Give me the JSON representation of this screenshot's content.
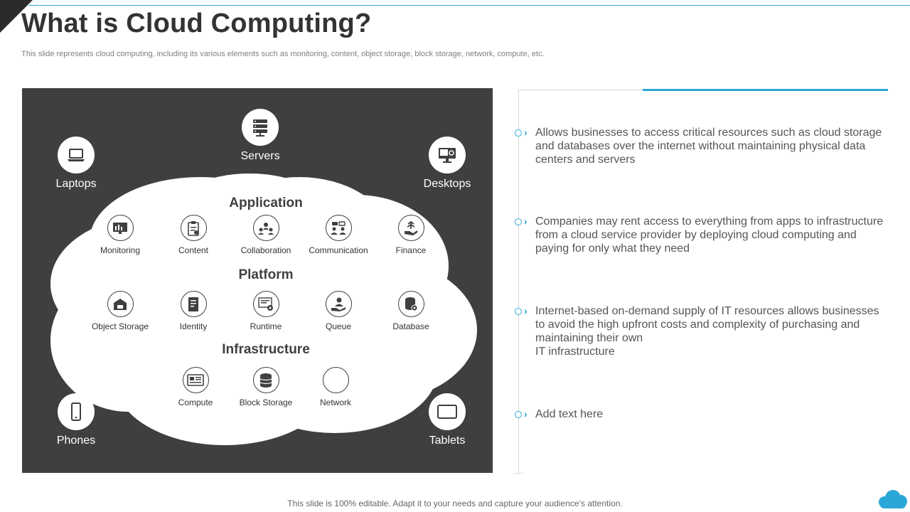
{
  "header": {
    "title": "What is Cloud Computing?",
    "subtitle": "This slide represents cloud computing, including its various elements such as monitoring, content, object storage, block storage, network, compute, etc."
  },
  "diagram": {
    "devices": {
      "servers": "Servers",
      "laptops": "Laptops",
      "desktops": "Desktops",
      "phones": "Phones",
      "tablets": "Tablets"
    },
    "sections": {
      "application": {
        "title": "Application",
        "items": [
          "Monitoring",
          "Content",
          "Collaboration",
          "Communication",
          "Finance"
        ]
      },
      "platform": {
        "title": "Platform",
        "items": [
          "Object Storage",
          "Identity",
          "Runtime",
          "Queue",
          "Database"
        ]
      },
      "infrastructure": {
        "title": "Infrastructure",
        "items": [
          "Compute",
          "Block Storage",
          "Network"
        ]
      }
    }
  },
  "bullets": [
    "Allows businesses to access critical resources such as cloud storage and databases over the internet without maintaining physical data centers and servers",
    "Companies may rent access to everything  from apps to infrastructure from a cloud service provider by deploying cloud computing and paying for only what they need",
    "Internet-based  on-demand supply  of IT resources allows businesses to avoid the high upfront  costs and complexity  of purchasing and maintaining their own\nIT  infrastructure",
    "Add text here"
  ],
  "footer": {
    "note": "This slide is 100% editable. Adapt it to your needs and capture your audience’s attention."
  },
  "colors": {
    "accent": "#2aa7d6",
    "panel": "#3f3f3f",
    "text": "#404040"
  },
  "icons": {
    "servers": "server-rack-icon",
    "laptops": "laptop-icon",
    "desktops": "desktop-monitor-icon",
    "phones": "phone-icon",
    "tablets": "tablet-icon",
    "logo": "cloud-logo-icon"
  }
}
